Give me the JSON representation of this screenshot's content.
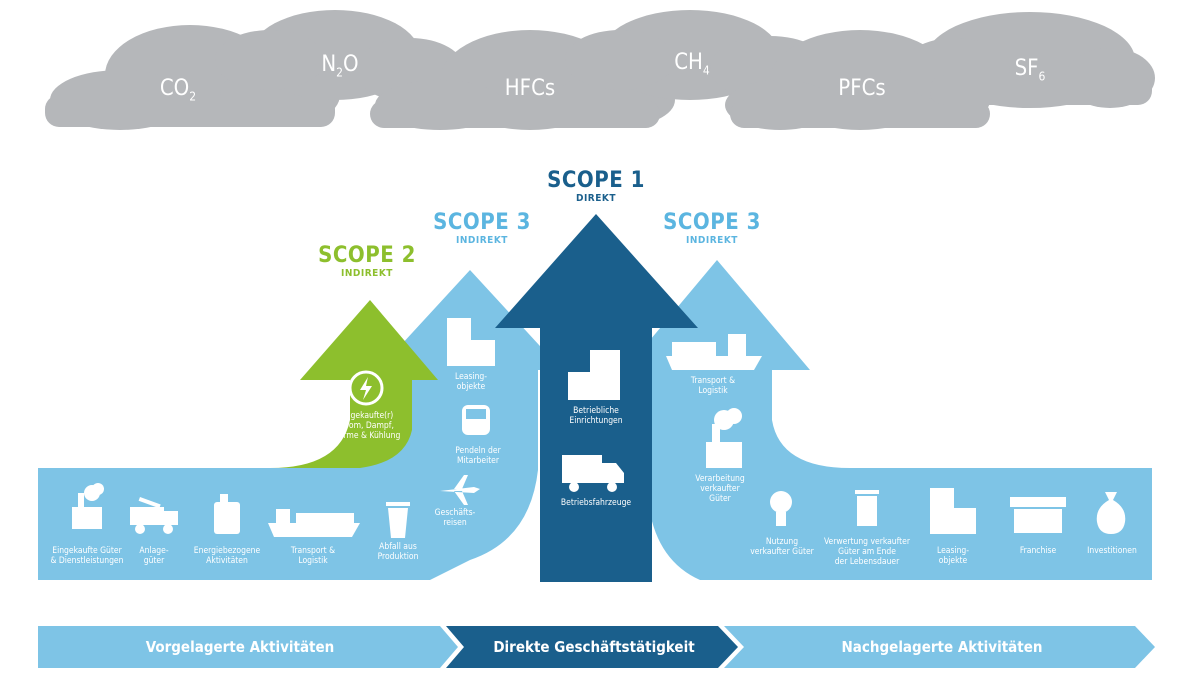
{
  "gases": [
    {
      "main": "CO",
      "sub": "2"
    },
    {
      "main": "N",
      "sub": "2",
      "tail": "O"
    },
    {
      "main": "HFCs",
      "sub": ""
    },
    {
      "main": "CH",
      "sub": "4"
    },
    {
      "main": "PFCs",
      "sub": ""
    },
    {
      "main": "SF",
      "sub": "6"
    }
  ],
  "scopes": {
    "scope1": {
      "title": "SCOPE 1",
      "subtitle": "DIREKT"
    },
    "scope2": {
      "title": "SCOPE 2",
      "subtitle": "INDIREKT"
    },
    "scope3_left": {
      "title": "SCOPE 3",
      "subtitle": "INDIREKT"
    },
    "scope3_right": {
      "title": "SCOPE 3",
      "subtitle": "INDIREKT"
    }
  },
  "items": {
    "eingekaufte_gueter": "Eingekaufte Güter\n& Dienstleistungen",
    "anlage_gueter": "Anlage-\ngüter",
    "energie": "Energiebezogene\nAktivitäten",
    "transport_up": "Transport &\nLogistik",
    "abfall": "Abfall aus\nProduktion",
    "geschaeftsreisen": "Geschäfts-\nreisen",
    "pendeln": "Pendeln der\nMitarbeiter",
    "leasing_up": "Leasing-\nobjekte",
    "strom": "Eingekaufte(r)\nStrom, Dampf,\nWärme & Kühlung",
    "betriebliche": "Betriebliche\nEinrichtungen",
    "fahrzeuge": "Betriebsfahrzeuge",
    "transport_down": "Transport &\nLogistik",
    "verarbeitung": "Verarbeitung\nverkaufter\nGüter",
    "nutzung": "Nutzung\nverkaufter Güter",
    "verwertung": "Verwertung verkaufter\nGüter am Ende\nder Lebensdauer",
    "leasing_down": "Leasing-\nobjekte",
    "franchise": "Franchise",
    "investitionen": "Investitionen"
  },
  "bands": {
    "upstream": "Vorgelagerte Aktivitäten",
    "direct": "Direkte Geschäftstätigkeit",
    "downstream": "Nachgelagerte Aktivitäten"
  },
  "colors": {
    "cloud": "#b5b7ba",
    "light_blue": "#7ec4e6",
    "dark_blue": "#1a5f8c",
    "green": "#8dbf2d",
    "scope1_text": "#1a5f8c",
    "scope3_text": "#5bb5e0",
    "scope2_text": "#8dbf2d"
  }
}
